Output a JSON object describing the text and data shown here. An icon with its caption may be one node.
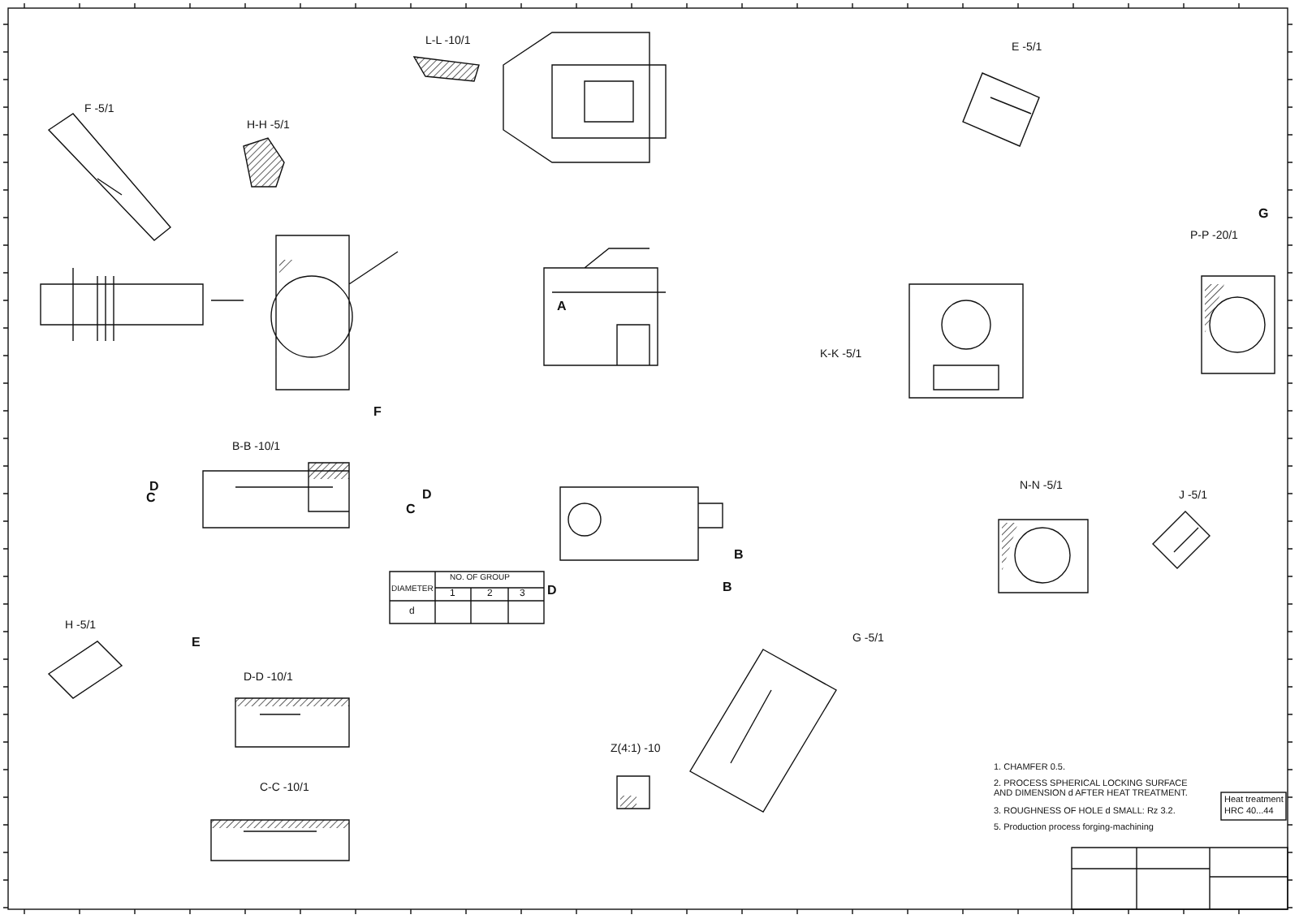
{
  "diagram": {
    "labels": [
      "L-L -10/1",
      "F -5/1",
      "H-H -5/1",
      "E -5/1",
      "P-P -20/1",
      "K-K -5/1",
      "B-B -10/1",
      "N-N -5/1",
      "J -5/1",
      "H -5/1",
      "D-D -10/1",
      "C-C -10/1",
      "Z(4:1) -10",
      "G -5/1",
      "C",
      "D",
      "C",
      "D",
      "E",
      "F",
      "G",
      "A",
      "B",
      "D",
      "B",
      "DIAMETER",
      "NO. OF GROUP",
      "1",
      "2",
      "3",
      "d",
      "1. CHAMFER 0.5.",
      "2. PROCESS SPHERICAL LOCKING SURFACE AND DIMENSION d AFTER HEAT TREATMENT.",
      "3. ROUGHNESS OF HOLE d SMALL: Rz 3.2.",
      "5. Production process forging-machining",
      "Heat treatment",
      "HRC 40...44"
    ]
  }
}
